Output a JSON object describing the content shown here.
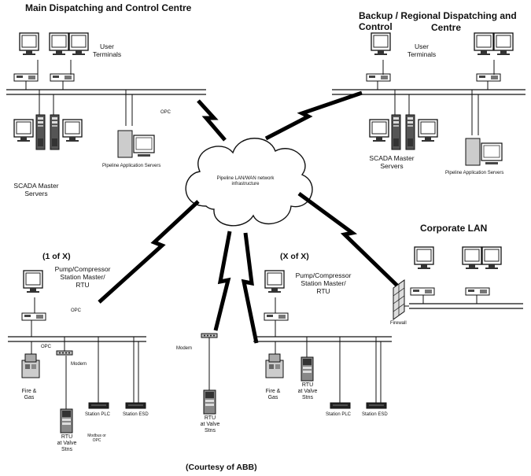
{
  "titles": {
    "main": "Main Dispatching and Control Centre",
    "backup_l1": "Backup / Regional Dispatching and Control",
    "backup_l2": "Centre",
    "corporate": "Corporate LAN",
    "station1": "(1 of X)",
    "stationx": "(X of X)",
    "credit": "(Courtesy of ABB)"
  },
  "labels": {
    "user_terminals_l1": "User",
    "user_terminals_l2": "Terminals",
    "scada_l1": "SCADA Master",
    "scada_l2": "Servers",
    "pipeline_app_servers": "Pipeline Application Servers",
    "opc": "OPC",
    "cloud_l1": "Pipeline LAN/WAN network",
    "cloud_l2": "infrastructure",
    "pump_l1": "Pump/Compressor",
    "pump_l2": "Station Master/",
    "pump_l3": "RTU",
    "modem": "Modem",
    "fire_l1": "Fire &",
    "fire_l2": "Gas",
    "rtu_l1": "RTU",
    "rtu_l2": "at Valve",
    "rtu_l3": "Stns",
    "station_plc": "Station PLC",
    "station_esd": "Station ESD",
    "modbus_l1": "Modbus or",
    "modbus_l2": "OPC",
    "firewall": "Firewall"
  },
  "icons": [
    "monitor-icon",
    "workstation-icon",
    "server-tower-icon",
    "network-cloud-icon",
    "lightning-link-icon",
    "firewall-icon",
    "modem-icon",
    "rtu-cabinet-icon",
    "plc-rack-icon",
    "fire-gas-detector-icon"
  ]
}
